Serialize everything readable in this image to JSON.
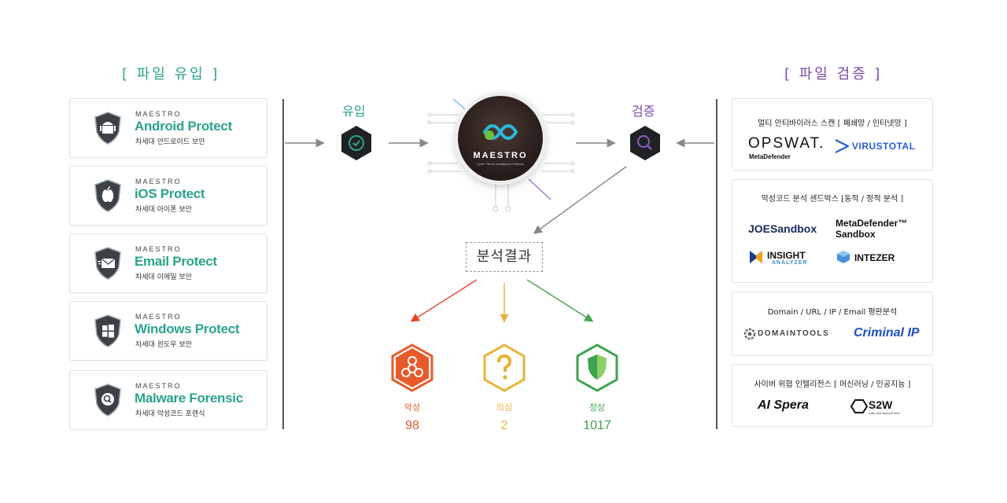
{
  "titles": {
    "left": "[ 파일 유입 ]",
    "right": "[ 파일 검증 ]"
  },
  "products": [
    {
      "brand": "MAESTRO",
      "name": "Android Protect",
      "desc": "차세대 안드로이드 보안",
      "icon": "android-icon"
    },
    {
      "brand": "MAESTRO",
      "name": "iOS Protect",
      "desc": "차세대 아이폰 보안",
      "icon": "apple-icon"
    },
    {
      "brand": "MAESTRO",
      "name": "Email Protect",
      "desc": "차세대 이메일 보안",
      "icon": "email-icon"
    },
    {
      "brand": "MAESTRO",
      "name": "Windows Protect",
      "desc": "차세대 윈도우 보안",
      "icon": "windows-icon"
    },
    {
      "brand": "MAESTRO",
      "name": "Malware Forensic",
      "desc": "차세대 악성코드 포렌식",
      "icon": "search-icon"
    }
  ],
  "flow": {
    "inflow": "유입",
    "verify": "검증",
    "result": "분석결과"
  },
  "center_logo": {
    "name": "MAESTRO",
    "tagline": "Cyber Threat Intelligence Platform"
  },
  "results": [
    {
      "label": "악성",
      "count": "98",
      "color": "#e85a2a",
      "icon": "biohazard-icon"
    },
    {
      "label": "의심",
      "count": "2",
      "color": "#e8b23a",
      "icon": "question-icon"
    },
    {
      "label": "정상",
      "count": "1017",
      "color": "#3fa34d",
      "icon": "shield-check-icon"
    }
  ],
  "verify_cards": [
    {
      "title": "멀티 안티바이러스 스캔 [ 폐쇄망 / 인터넷망 ]",
      "logos": [
        "OPSWAT.",
        "MetaDefender",
        "VIRUSTOTAL"
      ]
    },
    {
      "title": "악성코드 분석 샌드박스 [동적 / 정적 분석 ]",
      "logos": [
        "JOESandbox",
        "MetaDefender™",
        "Sandbox",
        "INSIGHT",
        "ANALYZER",
        "INTEZER"
      ]
    },
    {
      "title": "Domain / URL / IP / Email 평판분석",
      "logos": [
        "DOMAINTOOLS",
        "Criminal IP"
      ]
    },
    {
      "title": "사이버 위협 인텔리전스 [ 머신러닝 / 인공지능 ]",
      "logos": [
        "AI Spera",
        "S2W",
        "Data and Beyond Intel"
      ]
    }
  ],
  "colors": {
    "brand_green": "#2aa48c",
    "purple": "#7a4aa8",
    "dark_hex": "#1f2224"
  }
}
